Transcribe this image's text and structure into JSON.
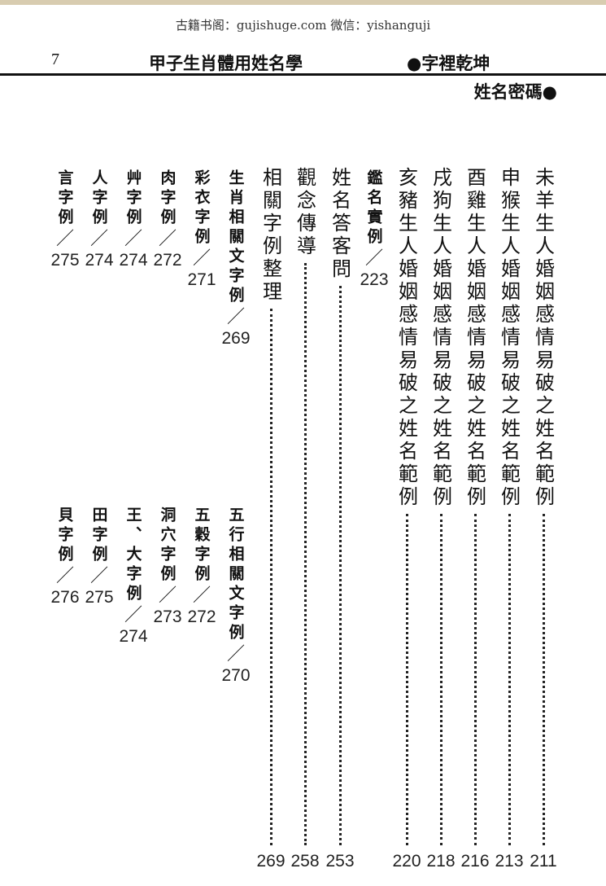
{
  "watermark": "古籍书阁：gujishuge.com 微信：yishanguji",
  "header": {
    "page_number": "7",
    "book_title": "甲子生肖體用姓名學",
    "chapter": "●字裡乾坤",
    "section": "姓名密碼●"
  },
  "slash": "／",
  "main": [
    {
      "title": "未羊生人婚姻感情易破之姓名範例",
      "page": "211"
    },
    {
      "title": "申猴生人婚姻感情易破之姓名範例",
      "page": "213"
    },
    {
      "title": "酉雞生人婚姻感情易破之姓名範例",
      "page": "216"
    },
    {
      "title": "戌狗生人婚姻感情易破之姓名範例",
      "page": "218"
    },
    {
      "title": "亥豬生人婚姻感情易破之姓名範例",
      "page": "220"
    },
    {
      "title": "鑑名實例",
      "page": "223"
    },
    {
      "title": "姓名答客問",
      "page": "253"
    },
    {
      "title": "觀念傳導",
      "page": "258"
    },
    {
      "title": "相關字例整理",
      "page": "269"
    }
  ],
  "top": [
    {
      "title": "生肖相關文字例",
      "page": "269"
    },
    {
      "title": "彩衣字例",
      "page": "271"
    },
    {
      "title": "肉字例",
      "page": "272"
    },
    {
      "title": "艸字例",
      "page": "274"
    },
    {
      "title": "人字例",
      "page": "274"
    },
    {
      "title": "言字例",
      "page": "275"
    }
  ],
  "bottom": [
    {
      "title": "五行相關文字例",
      "page": "270"
    },
    {
      "title": "五穀字例",
      "page": "272"
    },
    {
      "title": "洞穴字例",
      "page": "273"
    },
    {
      "title": "王、大字例",
      "page": "274"
    },
    {
      "title": "田字例",
      "page": "275"
    },
    {
      "title": "貝字例",
      "page": "276"
    }
  ]
}
